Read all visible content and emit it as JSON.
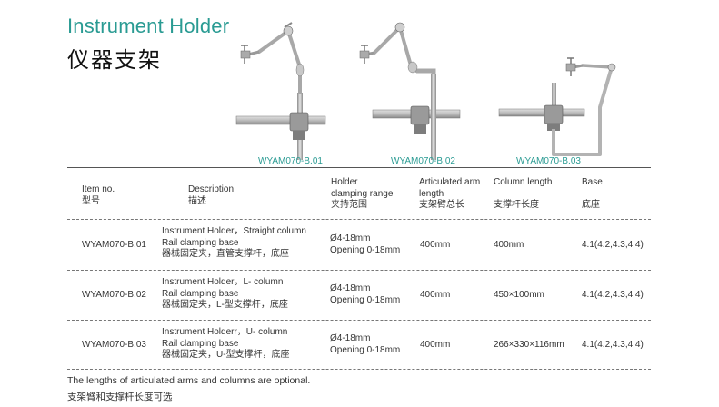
{
  "header": {
    "title_en": "Instrument Holder",
    "title_cn": "仪器支架"
  },
  "figures": [
    {
      "caption": "WYAM070-B.01",
      "icon": "straight-column-holder"
    },
    {
      "caption": "WYAM070-B.02",
      "icon": "l-column-holder"
    },
    {
      "caption": "WYAM070-B.03",
      "icon": "u-column-holder"
    }
  ],
  "table": {
    "headers": {
      "item": [
        "Item no.",
        "型号"
      ],
      "description": [
        "Description",
        "描述"
      ],
      "holder": [
        "Holder",
        "clamping range",
        "夹持范围"
      ],
      "arm": [
        "Articulated arm",
        "length",
        "支架臂总长"
      ],
      "column": [
        "Column length",
        "支撑杆长度"
      ],
      "base": [
        "Base",
        "底座"
      ]
    },
    "rows": [
      {
        "item": "WYAM070-B.01",
        "description": [
          "Instrument Holder，Straight column",
          "Rail clamping base",
          "器械固定夹，直管支撑杆，底座"
        ],
        "holder": [
          "Ø4-18mm",
          "Opening 0-18mm"
        ],
        "arm": "400mm",
        "column": "400mm",
        "base": "4.1(4.2,4.3,4.4)"
      },
      {
        "item": "WYAM070-B.02",
        "description": [
          "Instrument Holder，L- column",
          "Rail clamping base",
          "器械固定夹，L-型支撑杆，底座"
        ],
        "holder": [
          "Ø4-18mm",
          "Opening 0-18mm"
        ],
        "arm": "400mm",
        "column": "450×100mm",
        "base": "4.1(4.2,4.3,4.4)"
      },
      {
        "item": "WYAM070-B.03",
        "description": [
          "Instrument Holderr，U- column",
          "Rail clamping base",
          "器械固定夹，U-型支撑杆，底座"
        ],
        "holder": [
          "Ø4-18mm",
          "Opening 0-18mm"
        ],
        "arm": "400mm",
        "column": "266×330×116mm",
        "base": "4.1(4.2,4.3,4.4)"
      }
    ]
  },
  "footnote": {
    "en": "The lengths of articulated arms and columns are optional.",
    "cn": "支架臂和支撑杆长度可选"
  },
  "colors": {
    "accent": "#2a9b93",
    "text": "#333333",
    "metal": "#b5b5b5"
  }
}
